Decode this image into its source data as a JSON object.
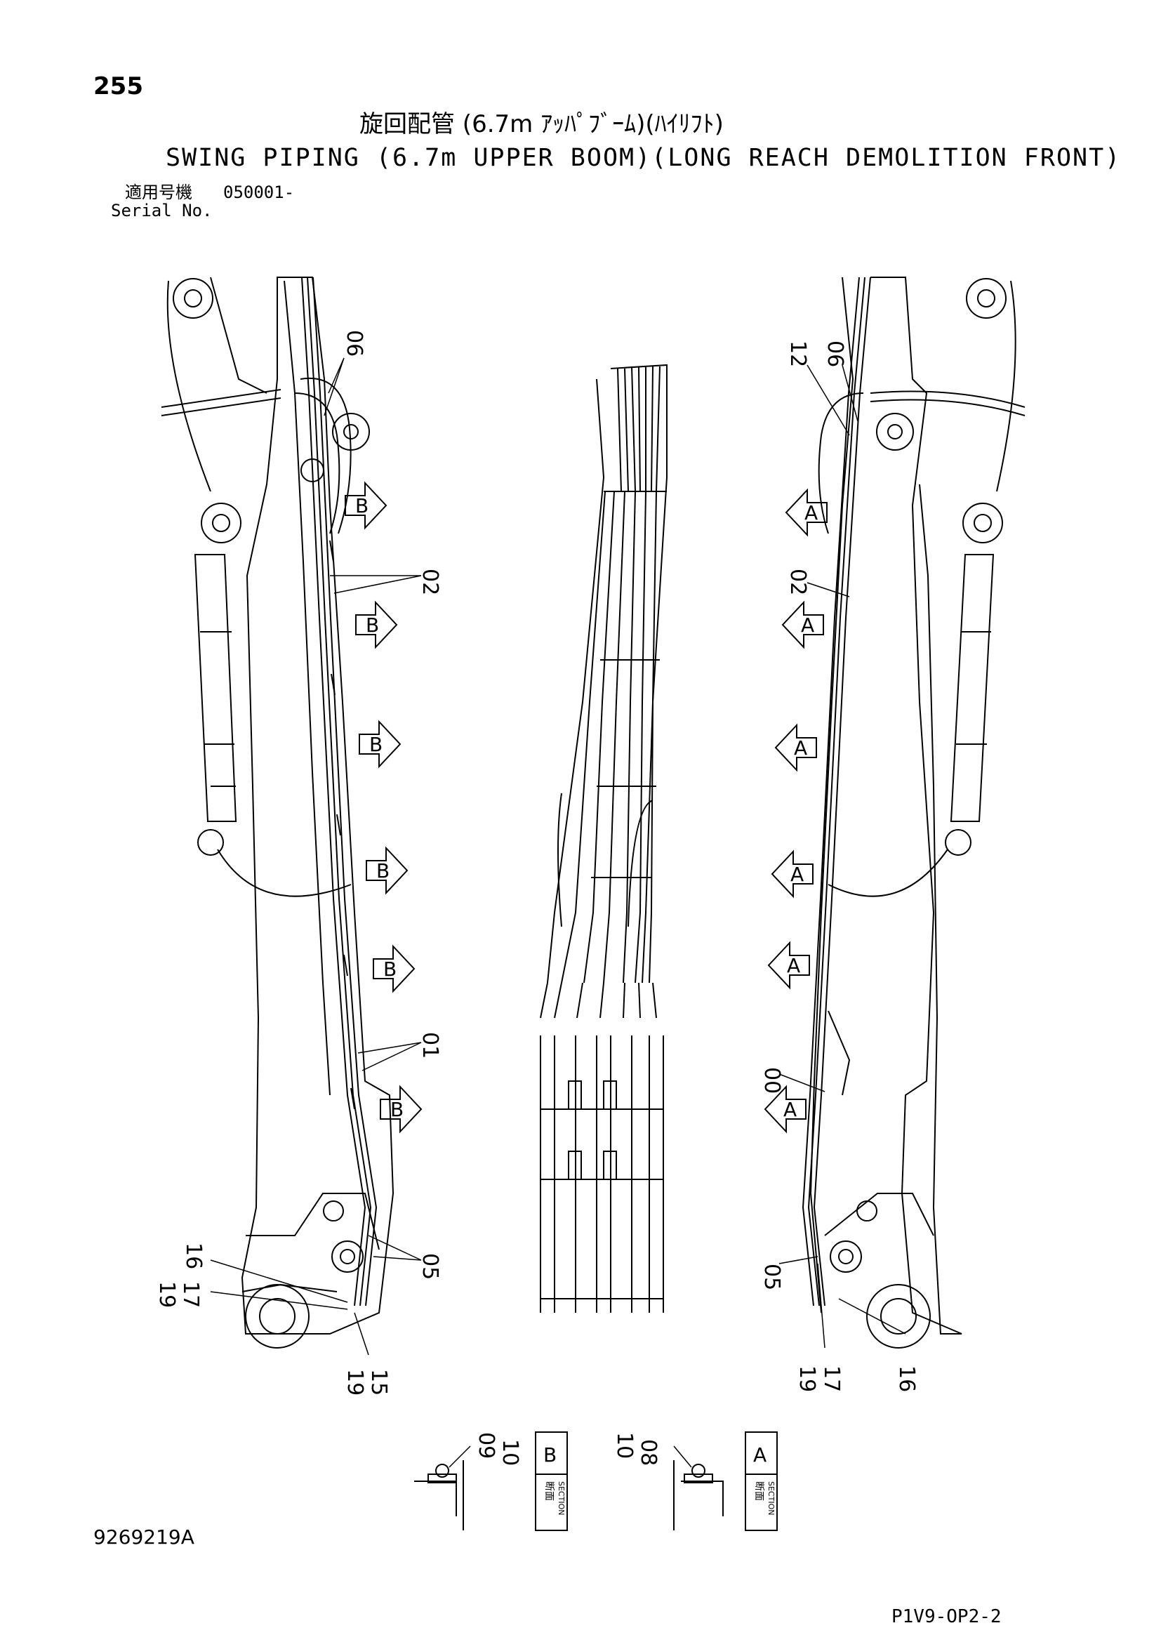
{
  "header": {
    "page_number": "255",
    "title_jp": "旋回配管 (6.7m ｱｯﾊﾟﾌﾞｰﾑ)(ﾊｲﾘﾌﾄ)",
    "title_en": "SWING PIPING (6.7m UPPER BOOM)(LONG REACH DEMOLITION FRONT)",
    "serial_label_jp": "適用号機",
    "serial_value": "050001-",
    "serial_label_en": "Serial No."
  },
  "footer": {
    "drawing_number": "9269219A",
    "page_code": "P1V9-OP2-2"
  },
  "callouts": {
    "left": [
      "06",
      "02",
      "01",
      "05",
      "16",
      "19",
      "17",
      "19",
      "15"
    ],
    "right": [
      "12",
      "06",
      "02",
      "00",
      "05",
      "19",
      "17",
      "16"
    ],
    "section_markers_left": [
      "B",
      "B",
      "B",
      "B",
      "B",
      "B"
    ],
    "section_markers_right": [
      "A",
      "A",
      "A",
      "A",
      "A",
      "A"
    ]
  },
  "sections": [
    {
      "letter": "B",
      "label_jp": "断面",
      "label_en": "SECTION",
      "parts": [
        "09",
        "10"
      ]
    },
    {
      "letter": "A",
      "label_jp": "断面",
      "label_en": "SECTION",
      "parts": [
        "10",
        "08"
      ]
    }
  ],
  "colors": {
    "ink": "#000000",
    "paper": "#ffffff"
  }
}
